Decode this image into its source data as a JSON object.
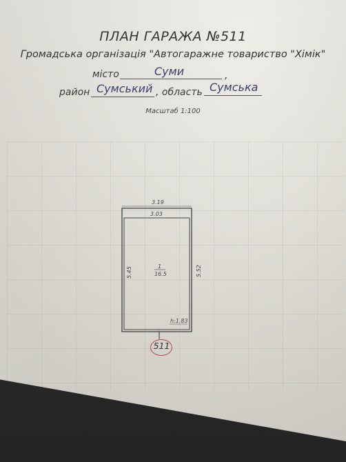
{
  "header": {
    "title": "ПЛАН ГАРАЖА №511",
    "organization": "Громадська організація \"Автогаражне товариство \"Хімік\""
  },
  "fields": {
    "city_label": "місто",
    "city_value": "Суми",
    "city_trailing_comma": ",",
    "district_label": "район",
    "district_value": "Сумський",
    "region_label": ", область",
    "region_value": "Сумська"
  },
  "scale": "Масштаб 1:100",
  "plan": {
    "outer_top_width": "3.19",
    "inner_top_width": "3.03",
    "left_length": "5.45",
    "right_length": "5.52",
    "room_number": "1",
    "room_area": "16.5",
    "height": "h:1.83",
    "garage_number": "511"
  },
  "colors": {
    "ink": "#3d3d3d",
    "handwriting": "#3a3f6e",
    "stamp": "#b24a4a",
    "paper": "#e6e4dc"
  }
}
